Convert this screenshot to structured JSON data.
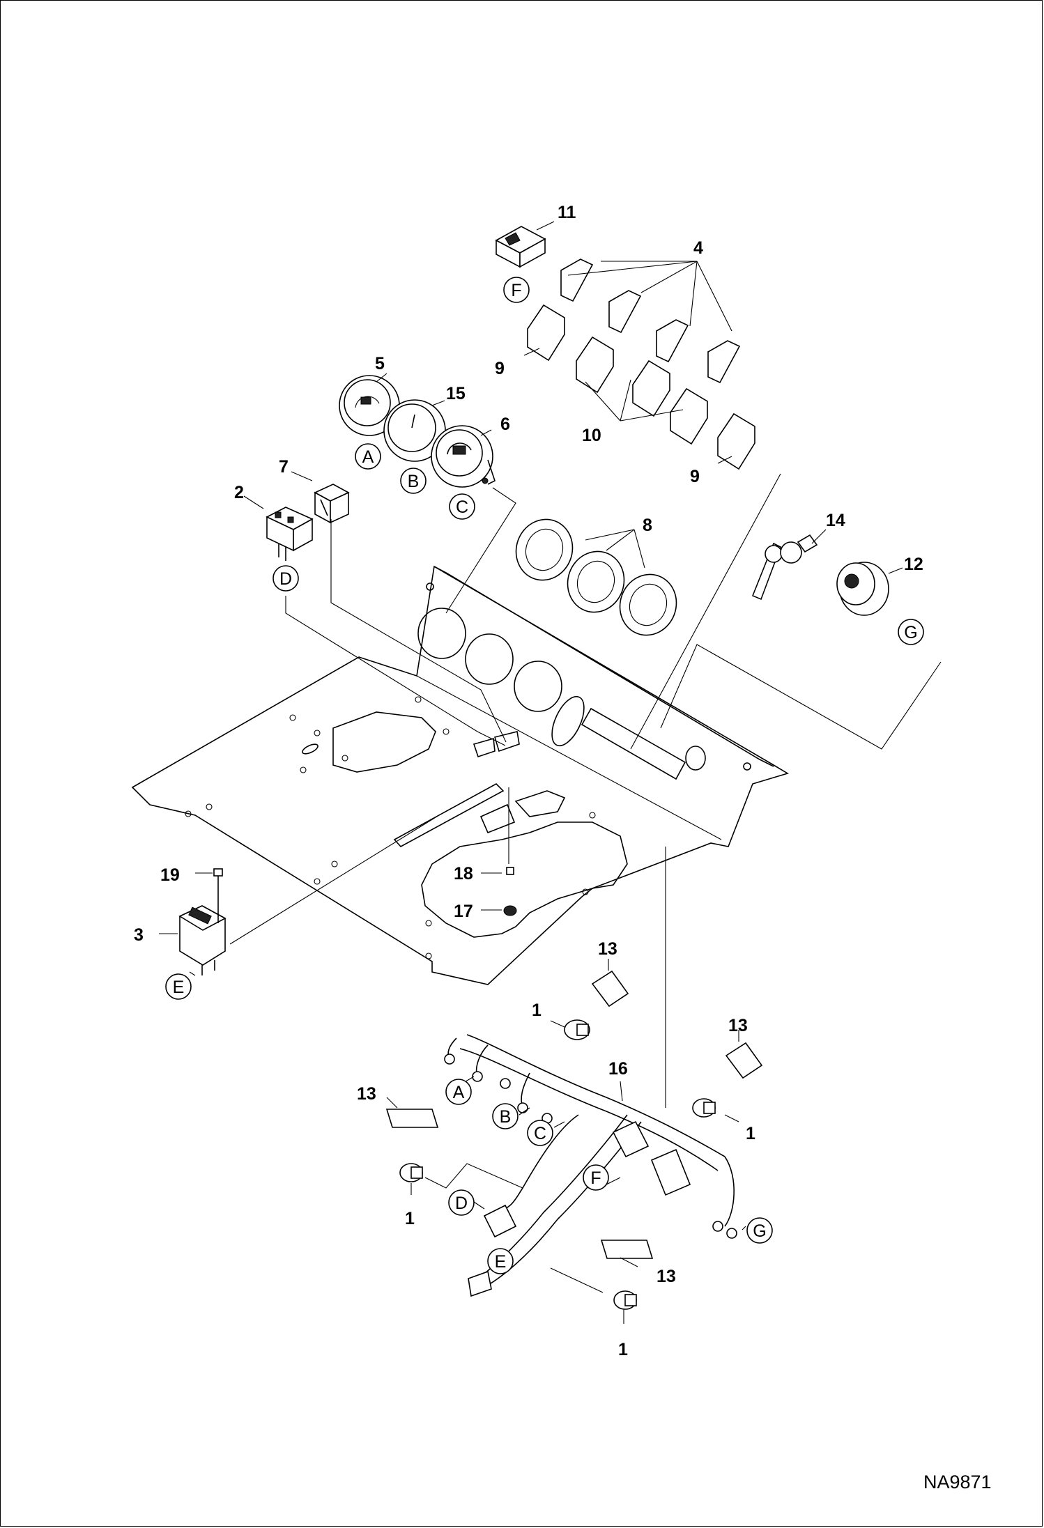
{
  "figure_code": "NA9871",
  "callouts": [
    "1",
    "2",
    "3",
    "4",
    "5",
    "6",
    "7",
    "8",
    "9",
    "10",
    "11",
    "12",
    "13",
    "14",
    "15",
    "16",
    "17",
    "18",
    "19"
  ],
  "connector_letters": [
    "A",
    "B",
    "C",
    "D",
    "E",
    "F",
    "G"
  ]
}
